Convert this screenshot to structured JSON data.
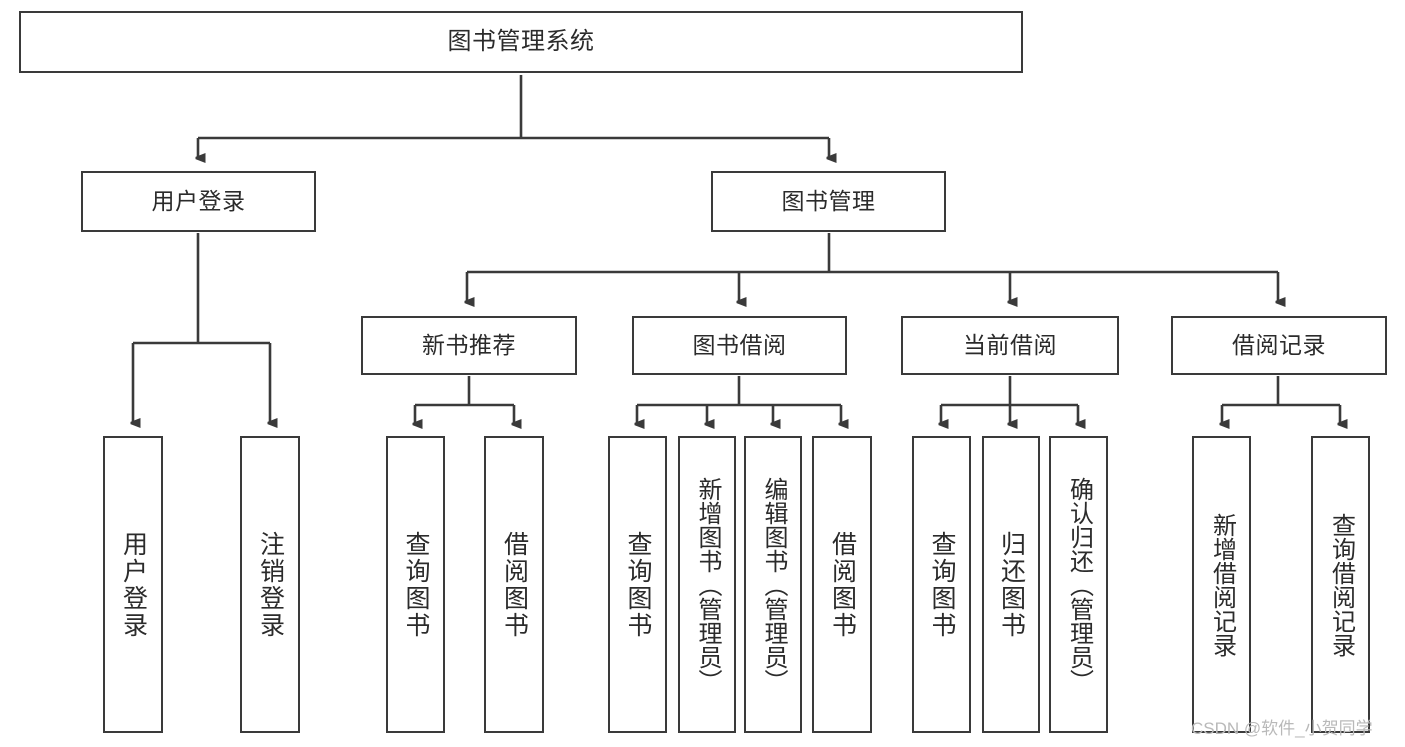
{
  "diagram": {
    "title": "图书管理系统",
    "type": "functional-decomposition-tree",
    "root": {
      "id": "root",
      "label": "图书管理系统"
    },
    "level2": [
      {
        "id": "user-login",
        "label": "用户登录"
      },
      {
        "id": "book-management",
        "label": "图书管理"
      }
    ],
    "level3": [
      {
        "id": "new-book-recommend",
        "label": "新书推荐"
      },
      {
        "id": "book-borrow",
        "label": "图书借阅"
      },
      {
        "id": "current-borrow",
        "label": "当前借阅"
      },
      {
        "id": "borrow-record",
        "label": "借阅记录"
      }
    ],
    "leaves": {
      "user_login": [
        {
          "id": "leaf-user-login",
          "label": "用户登录"
        },
        {
          "id": "leaf-user-logout",
          "label": "注销登录"
        }
      ],
      "new_book_recommend": [
        {
          "id": "leaf-query-book-1",
          "label": "查询图书"
        },
        {
          "id": "leaf-borrow-book-1",
          "label": "借阅图书"
        }
      ],
      "book_borrow": [
        {
          "id": "leaf-query-book-2",
          "label": "查询图书"
        },
        {
          "id": "leaf-add-book",
          "label": "新增图书（管理员）"
        },
        {
          "id": "leaf-edit-book",
          "label": "编辑图书（管理员）"
        },
        {
          "id": "leaf-borrow-book-2",
          "label": "借阅图书"
        }
      ],
      "current_borrow": [
        {
          "id": "leaf-query-book-3",
          "label": "查询图书"
        },
        {
          "id": "leaf-return-book",
          "label": "归还图书"
        },
        {
          "id": "leaf-confirm-return",
          "label": "确认归还（管理员）"
        }
      ],
      "borrow_record": [
        {
          "id": "leaf-add-record",
          "label": "新增借阅记录"
        },
        {
          "id": "leaf-query-record",
          "label": "查询借阅记录"
        }
      ]
    }
  },
  "watermark": {
    "text": "CSDN @软件_小贺同学"
  },
  "colors": {
    "box_border": "#3a3a3a",
    "connector": "#3a3a3a",
    "text": "#2b2b2b",
    "background": "#ffffff",
    "watermark": "#b9b9b9"
  }
}
